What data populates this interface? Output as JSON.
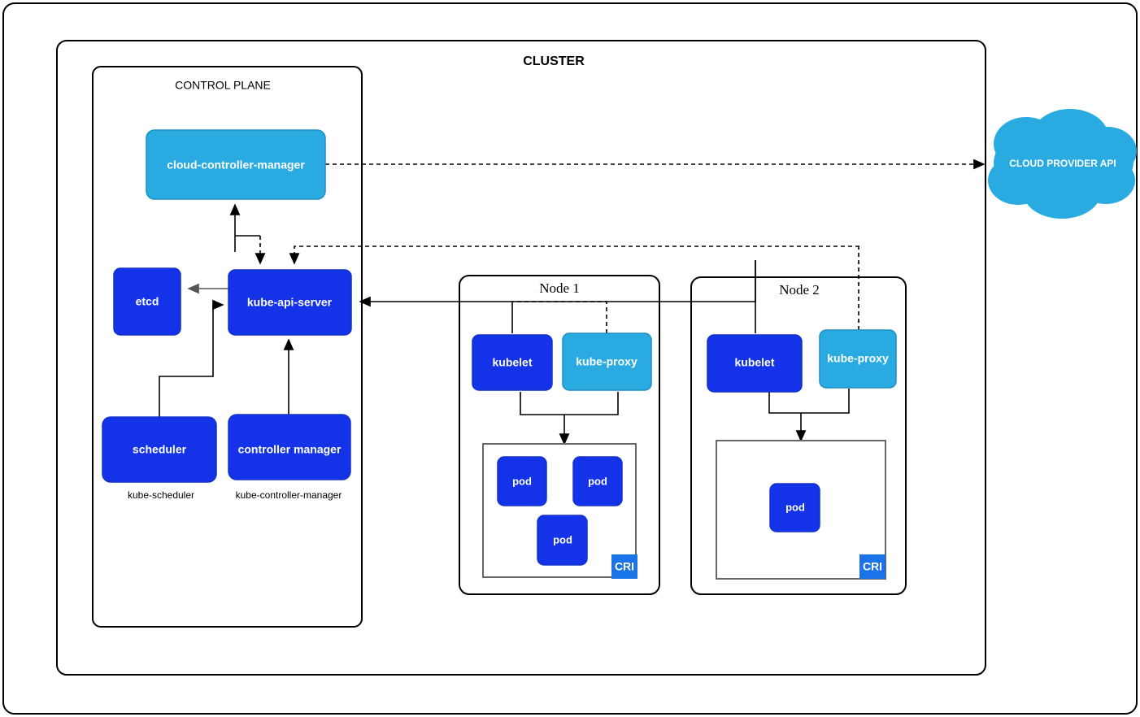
{
  "diagram": {
    "title": "CLUSTER",
    "control_plane_label": "CONTROL PLANE",
    "cloud_label": "CLOUD PROVIDER API"
  },
  "colors": {
    "dark_blue": "#1433e8",
    "light_blue": "#29abe2",
    "cri_badge": "#1a73e8",
    "border": "#000000",
    "container_border": "#666666"
  },
  "control_plane": {
    "cloud_controller_manager": "cloud-controller-manager",
    "etcd": "etcd",
    "kube_api_server": "kube-api-server",
    "scheduler": "scheduler",
    "controller_manager": "controller manager",
    "scheduler_caption": "kube-scheduler",
    "controller_manager_caption": "kube-controller-manager"
  },
  "nodes": [
    {
      "title": "Node 1",
      "kubelet": "kubelet",
      "kube_proxy": "kube-proxy",
      "cri_label": "CRI",
      "pods": [
        "pod",
        "pod",
        "pod"
      ]
    },
    {
      "title": "Node 2",
      "kubelet": "kubelet",
      "kube_proxy": "kube-proxy",
      "cri_label": "CRI",
      "pods": [
        "pod"
      ]
    }
  ]
}
